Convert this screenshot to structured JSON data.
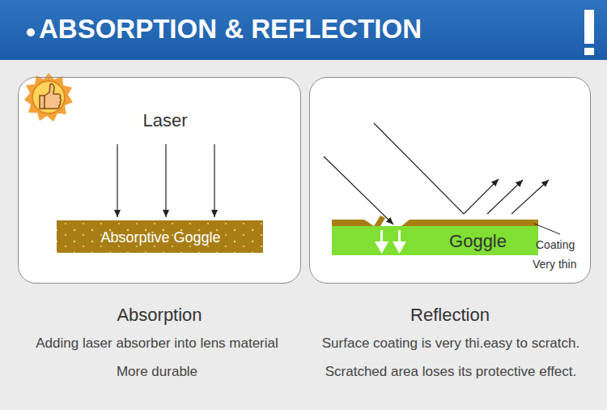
{
  "diagram": {
    "title": "ABSORPTION & REFLECTION",
    "nodes": [
      {
        "text": [
          "Absorption"
        ]
      },
      {
        "text": [
          "Absorptive Goggle"
        ],
        "in": 0
      },
      {
        "text": [
          "Reflection"
        ]
      },
      {
        "text": [
          "Goggle"
        ],
        "in": 2
      }
    ],
    "labels": [
      "Laser",
      "Coating",
      "Very thin",
      "Adding laser absorber into lens material",
      "More durable",
      "Surface coating is very thi.easy to scratch.",
      "Scratched area loses its protective effect."
    ]
  }
}
